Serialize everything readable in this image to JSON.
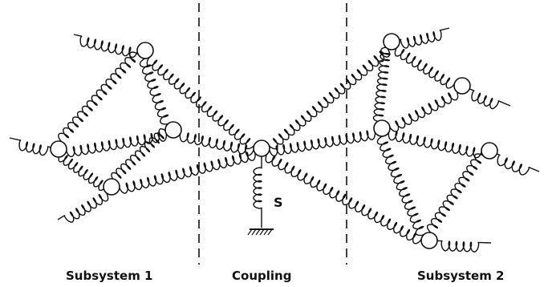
{
  "labels": {
    "subsystem1": "Subsystem 1",
    "coupling": "Coupling",
    "subsystem2": "Subsystem 2",
    "spring": "S"
  },
  "colors": {
    "ink": "#111111",
    "background": "#ffffff"
  }
}
